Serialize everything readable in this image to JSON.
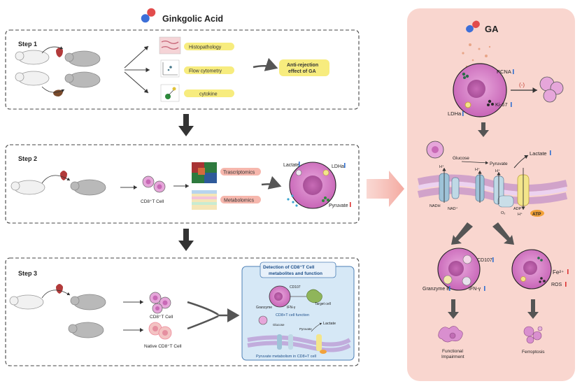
{
  "title": "Ginkgolic Acid",
  "steps": {
    "step1": {
      "label": "Step 1",
      "methods": [
        "Histopathology",
        "Flow cytometry",
        "cytokine"
      ],
      "result": [
        "Anti-rejection",
        "effect of GA"
      ]
    },
    "step2": {
      "label": "Step 2",
      "cell_label": "CD8⁺T Cell",
      "omics": [
        "Trascriptomics",
        "Metabolomics"
      ],
      "cell_markers": {
        "lactate": "Lactate",
        "ldha": "LDHa",
        "pyruvate": "Pyruvate"
      }
    },
    "step3": {
      "label": "Step 3",
      "cell_labels": [
        "CD8⁺T Cell",
        "Native CD8⁺T Cell"
      ],
      "detection": {
        "title_line1": "Detection of CD8⁺T Cell",
        "title_line2": "metabolites and function",
        "cd107": "CD107",
        "target_cell": "Target cell",
        "granzyme": "Granzyme",
        "ifn": "IFN-γ",
        "function_caption": "CD8+T cell function",
        "glucose": "Glucose",
        "pyruvate": "Pyruvate",
        "lactate": "Lactate",
        "metabolism_caption": "Pyruvate metabolism in CD8+T cell"
      }
    }
  },
  "right_panel": {
    "ga_label": "GA",
    "pcna": "PCNA",
    "ki67": "Ki-67",
    "ldha": "LDHa",
    "inhibit": "(-)",
    "membrane": {
      "glucose": "Glucose",
      "pyruvate": "Pyruvate",
      "lactate": "Lactate",
      "h_plus": "H⁺",
      "nadh": "NADH",
      "nad": "NAD⁺",
      "o2": "O₂",
      "adp": "ADP",
      "atp": "ATP"
    },
    "cd107": "CD107",
    "granzyme_b": "Granzyme B",
    "ifn": "IFN-γ",
    "fe": "Fe²⁺",
    "ros": "ROS",
    "outcomes": {
      "functional_line1": "Functional",
      "functional_line2": "Impairment",
      "ferroptosis": "Ferroptosis"
    }
  },
  "colors": {
    "panel_bg": "#f9d6cf",
    "cell_fill": "#d97fc8",
    "nucleus": "#b95aa6",
    "yellow_tag": "#f7ec7e",
    "pink_tag": "#f6b7ad",
    "detection_bg": "#d6e8f6"
  }
}
